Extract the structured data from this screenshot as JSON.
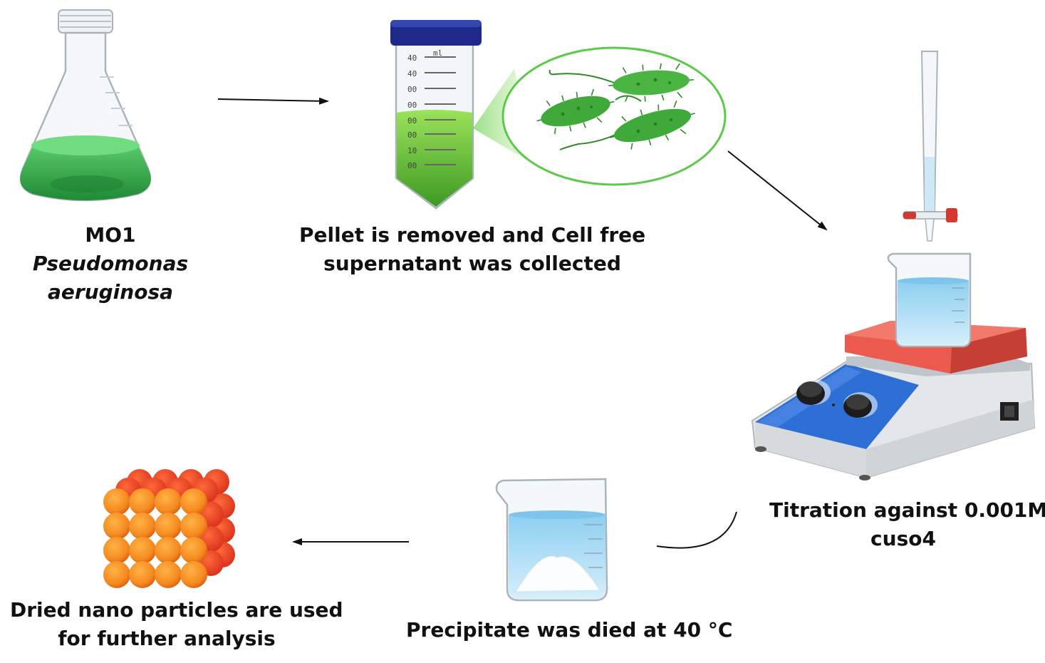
{
  "steps": {
    "flask": {
      "line1": "MO1",
      "line2": "Pseudomonas",
      "line3": "aeruginosa"
    },
    "tube": {
      "line1": "Pellet is removed and Cell free",
      "line2": "supernatant was collected"
    },
    "titration": {
      "line1": "Titration against 0.001M",
      "line2": "cuso4"
    },
    "beaker": {
      "line1": "Precipitate was died at 40 °C"
    },
    "nano": {
      "line1": "Dried nano particles are used",
      "line2": "for further analysis"
    }
  },
  "tube_scale": [
    "40",
    "40",
    "00",
    "00",
    "00",
    "00",
    "10",
    "00"
  ],
  "tube_scale_unit": "ml",
  "colors": {
    "culture_green": "#34b84a",
    "tube_cap": "#1d2a8a",
    "bacteria_green": "#3fa93a",
    "stirrer_blue": "#2e6fd6",
    "hotplate_red": "#ea5a4e",
    "water_blue": "#a9d8f2",
    "nano_orange": "#f58a1f"
  }
}
